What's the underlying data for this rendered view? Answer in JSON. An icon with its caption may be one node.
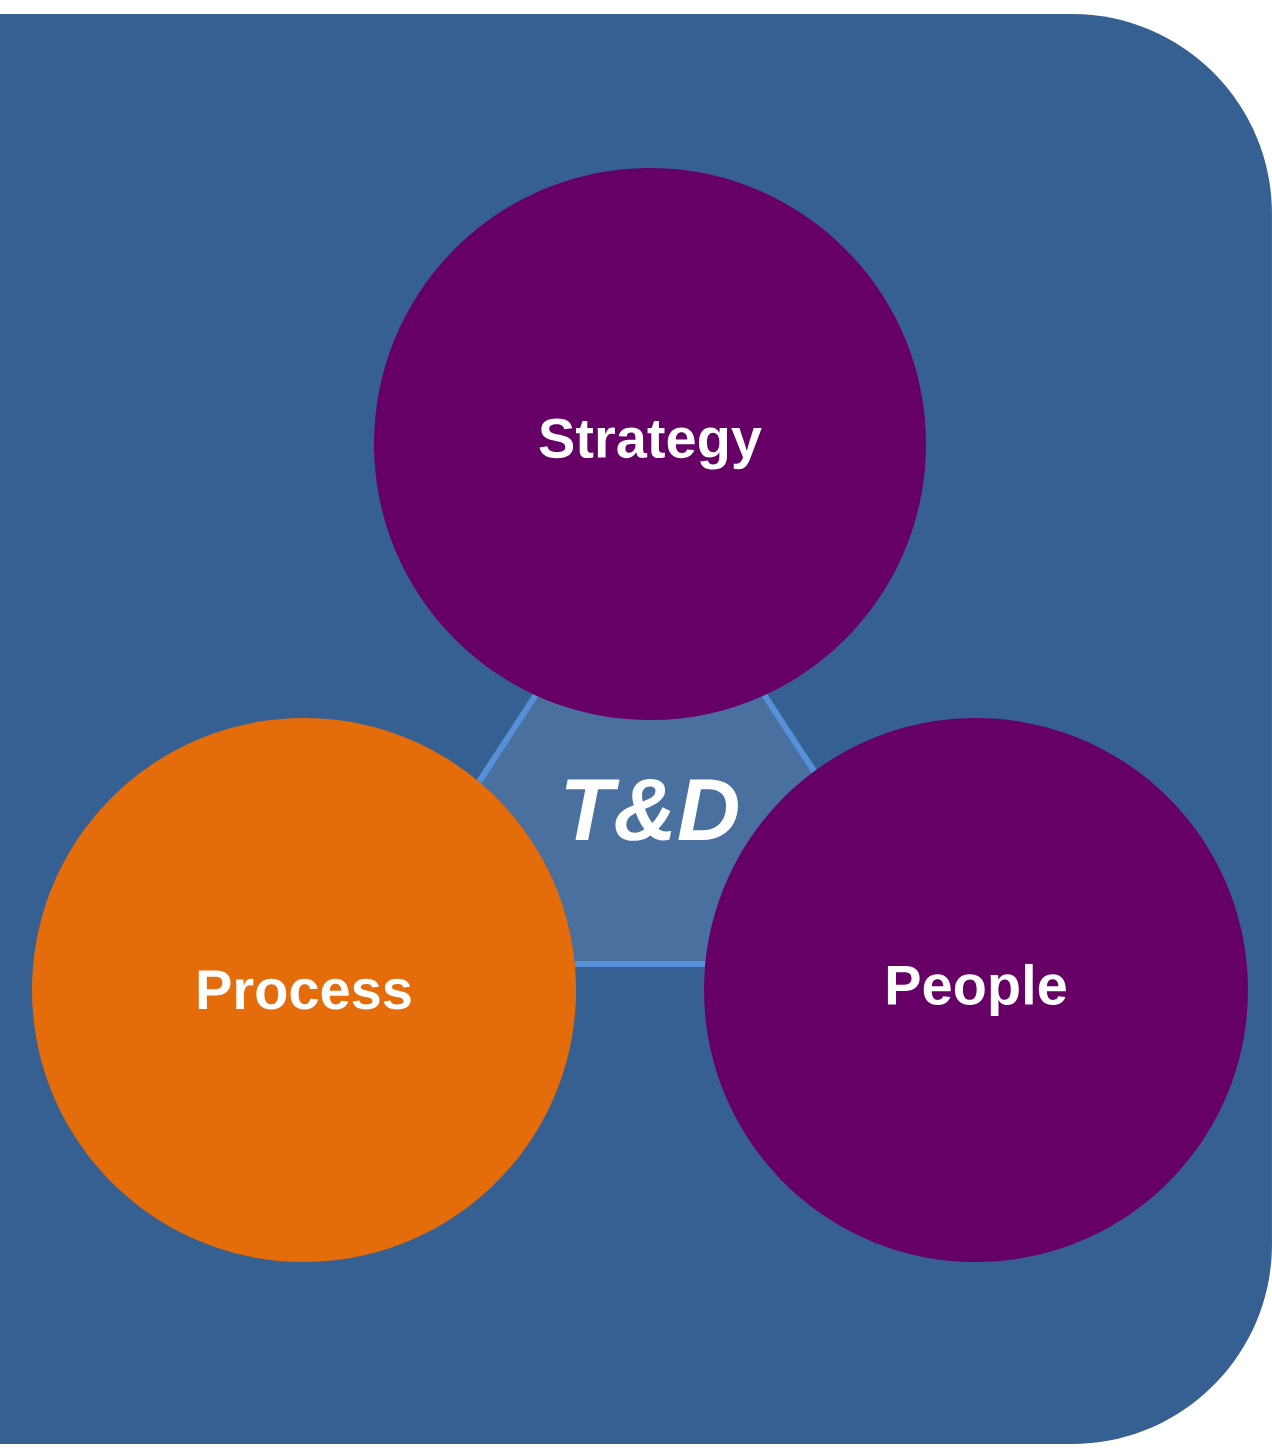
{
  "diagram": {
    "nodes": [
      {
        "text": [
          "Strategy"
        ]
      },
      {
        "text": [
          "T&D"
        ]
      },
      {
        "text": [
          "Process"
        ]
      },
      {
        "text": [
          "People"
        ]
      }
    ]
  }
}
